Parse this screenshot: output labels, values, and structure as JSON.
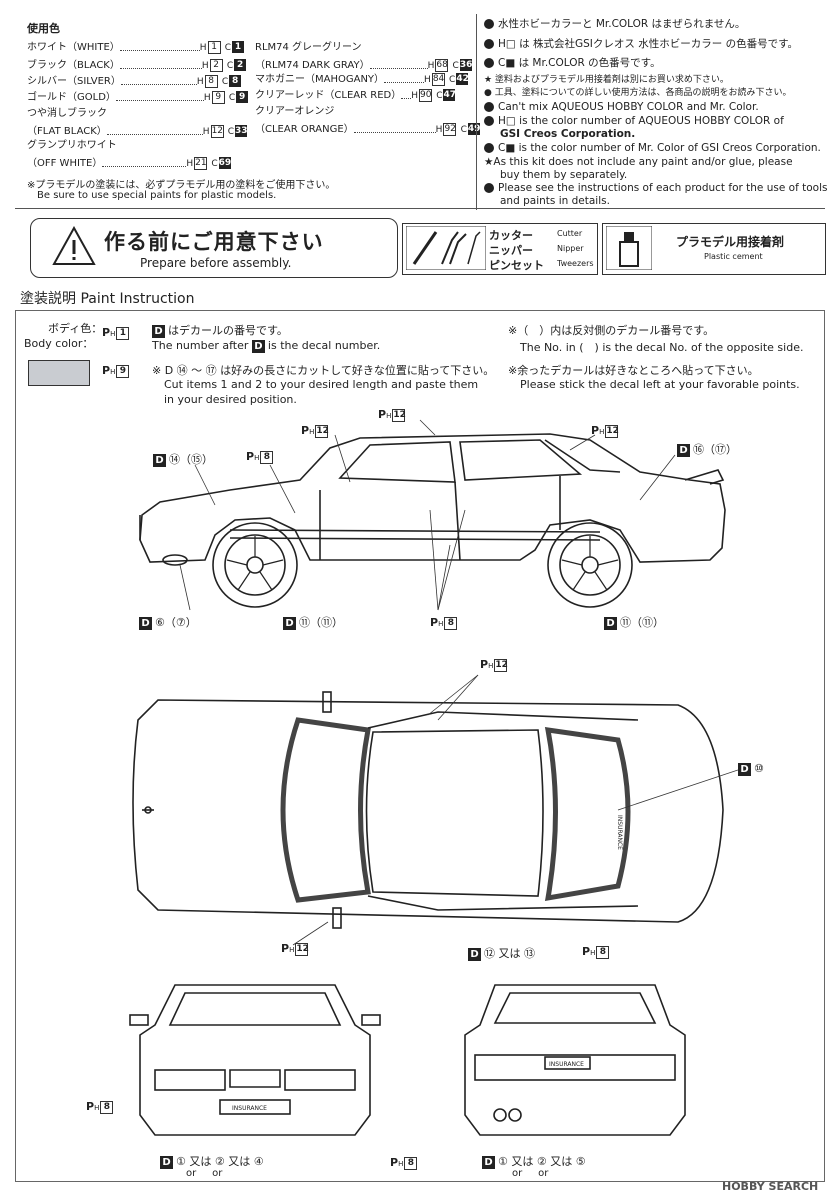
{
  "colors": {
    "accent": "#222222",
    "swatch_gray": "#c9ccd1",
    "line": "#333333"
  },
  "paint_list": {
    "title": "使用色",
    "left": [
      {
        "name": "ホワイト（WHITE）",
        "h": "1",
        "c": "1"
      },
      {
        "name": "ブラック（BLACK）",
        "h": "2",
        "c": "2"
      },
      {
        "name": "シルバー（SILVER）",
        "h": "8",
        "c": "8"
      },
      {
        "name": "ゴールド（GOLD）",
        "h": "9",
        "c": "9"
      },
      {
        "name": "つや消しブラック",
        "name2": "（FLAT BLACK）",
        "h": "12",
        "c": "33"
      },
      {
        "name": "グランプリホワイト",
        "name2": "（OFF WHITE）",
        "h": "21",
        "c": "69"
      }
    ],
    "right": [
      {
        "name": "RLM74 グレーグリーン",
        "name2": "（RLM74 DARK GRAY）",
        "h": "68",
        "c": "36"
      },
      {
        "name": "マホガニー（MAHOGANY）",
        "h": "84",
        "c": "42"
      },
      {
        "name": "クリアーレッド（CLEAR RED）",
        "h": "90",
        "c": "47"
      },
      {
        "name": "クリアーオレンジ",
        "name2": "（CLEAR ORANGE）",
        "h": "92",
        "c": "49"
      }
    ],
    "note_jp": "※プラモデルの塗装には、必ずプラモデル用の塗料をご使用下さい。",
    "note_en": "Be sure to use special paints for plastic models.",
    "h_label": "H",
    "c_label": "C"
  },
  "notes_right": {
    "jp1": "水性ホビーカラーと Mr.COLOR はまぜられません。",
    "jp2": "H□ は 株式会社GSIクレオス 水性ホビーカラー の色番号です。",
    "jp3": "C■ は Mr.COLOR の色番号です。",
    "jp4": "★ 塗料およびプラモデル用接着剤は別にお買い求め下さい。",
    "jp5": "● 工具、塗料についての詳しい使用方法は、各商品の説明をお読み下さい。",
    "en1": "Can't mix AQUEOUS HOBBY COLOR and Mr. Color.",
    "en2a": "H□ is the color number of AQUEOUS HOBBY COLOR of",
    "en2b": "GSI Creos Corporation.",
    "en3": "C■ is the color number of Mr. Color of GSI Creos Corporation.",
    "en4a": "★As this kit does not include any paint and/or glue, please",
    "en4b": "buy them by separately.",
    "en5a": "Please see the instructions of each product for the use of tools",
    "en5b": "and paints in details."
  },
  "prepare": {
    "title_jp": "作る前にご用意下さい",
    "title_en": "Prepare before assembly.",
    "tools": [
      {
        "jp": "カッター",
        "en": "Cutter"
      },
      {
        "jp": "ニッパー",
        "en": "Nipper"
      },
      {
        "jp": "ピンセット",
        "en": "Tweezers"
      }
    ],
    "cement_jp": "プラモデル用接着剤",
    "cement_en": "Plastic cement"
  },
  "paint_instruction": {
    "heading": "塗装説明 Paint Instruction",
    "body_color_jp": "ボディ色：",
    "body_color_en": "Body color：",
    "body_color_code1": "1",
    "body_color_code2": "9",
    "decal_jp": "はデカールの番号です。",
    "decal_en_a": "The number after",
    "decal_en_b": "is the decal number.",
    "opp_jp": "※（　）内は反対側のデカール番号です。",
    "opp_en": "The No. in (　) is the decal No. of the opposite side.",
    "cut_jp": "※ D ⑭ ～ ⑰ は好みの長さにカットして好きな位置に貼って下さい。",
    "cut_en_a": "Cut items 1 and 2 to your desired length and paste them",
    "cut_en_b": "in your desired position.",
    "left_jp": "※余ったデカールは好きなところへ貼って下さい。",
    "left_en": "Please stick the decal left at your favorable points."
  },
  "callouts": {
    "ph12": "12",
    "ph8": "8",
    "d14": "⑭（⑮）",
    "d16": "⑯（⑰）",
    "d6": "⑥（⑦）",
    "d11": "⑪（⑪）",
    "d10": "⑩",
    "d12or13": "⑫ 又は ⑬",
    "or": "or",
    "matawa": "又は",
    "front_d": "① 又は ② 又は ④",
    "rear_d": "① 又は ② 又は ⑤",
    "insurance": "INSURANCE"
  },
  "watermark": "HOBBY SEARCH"
}
